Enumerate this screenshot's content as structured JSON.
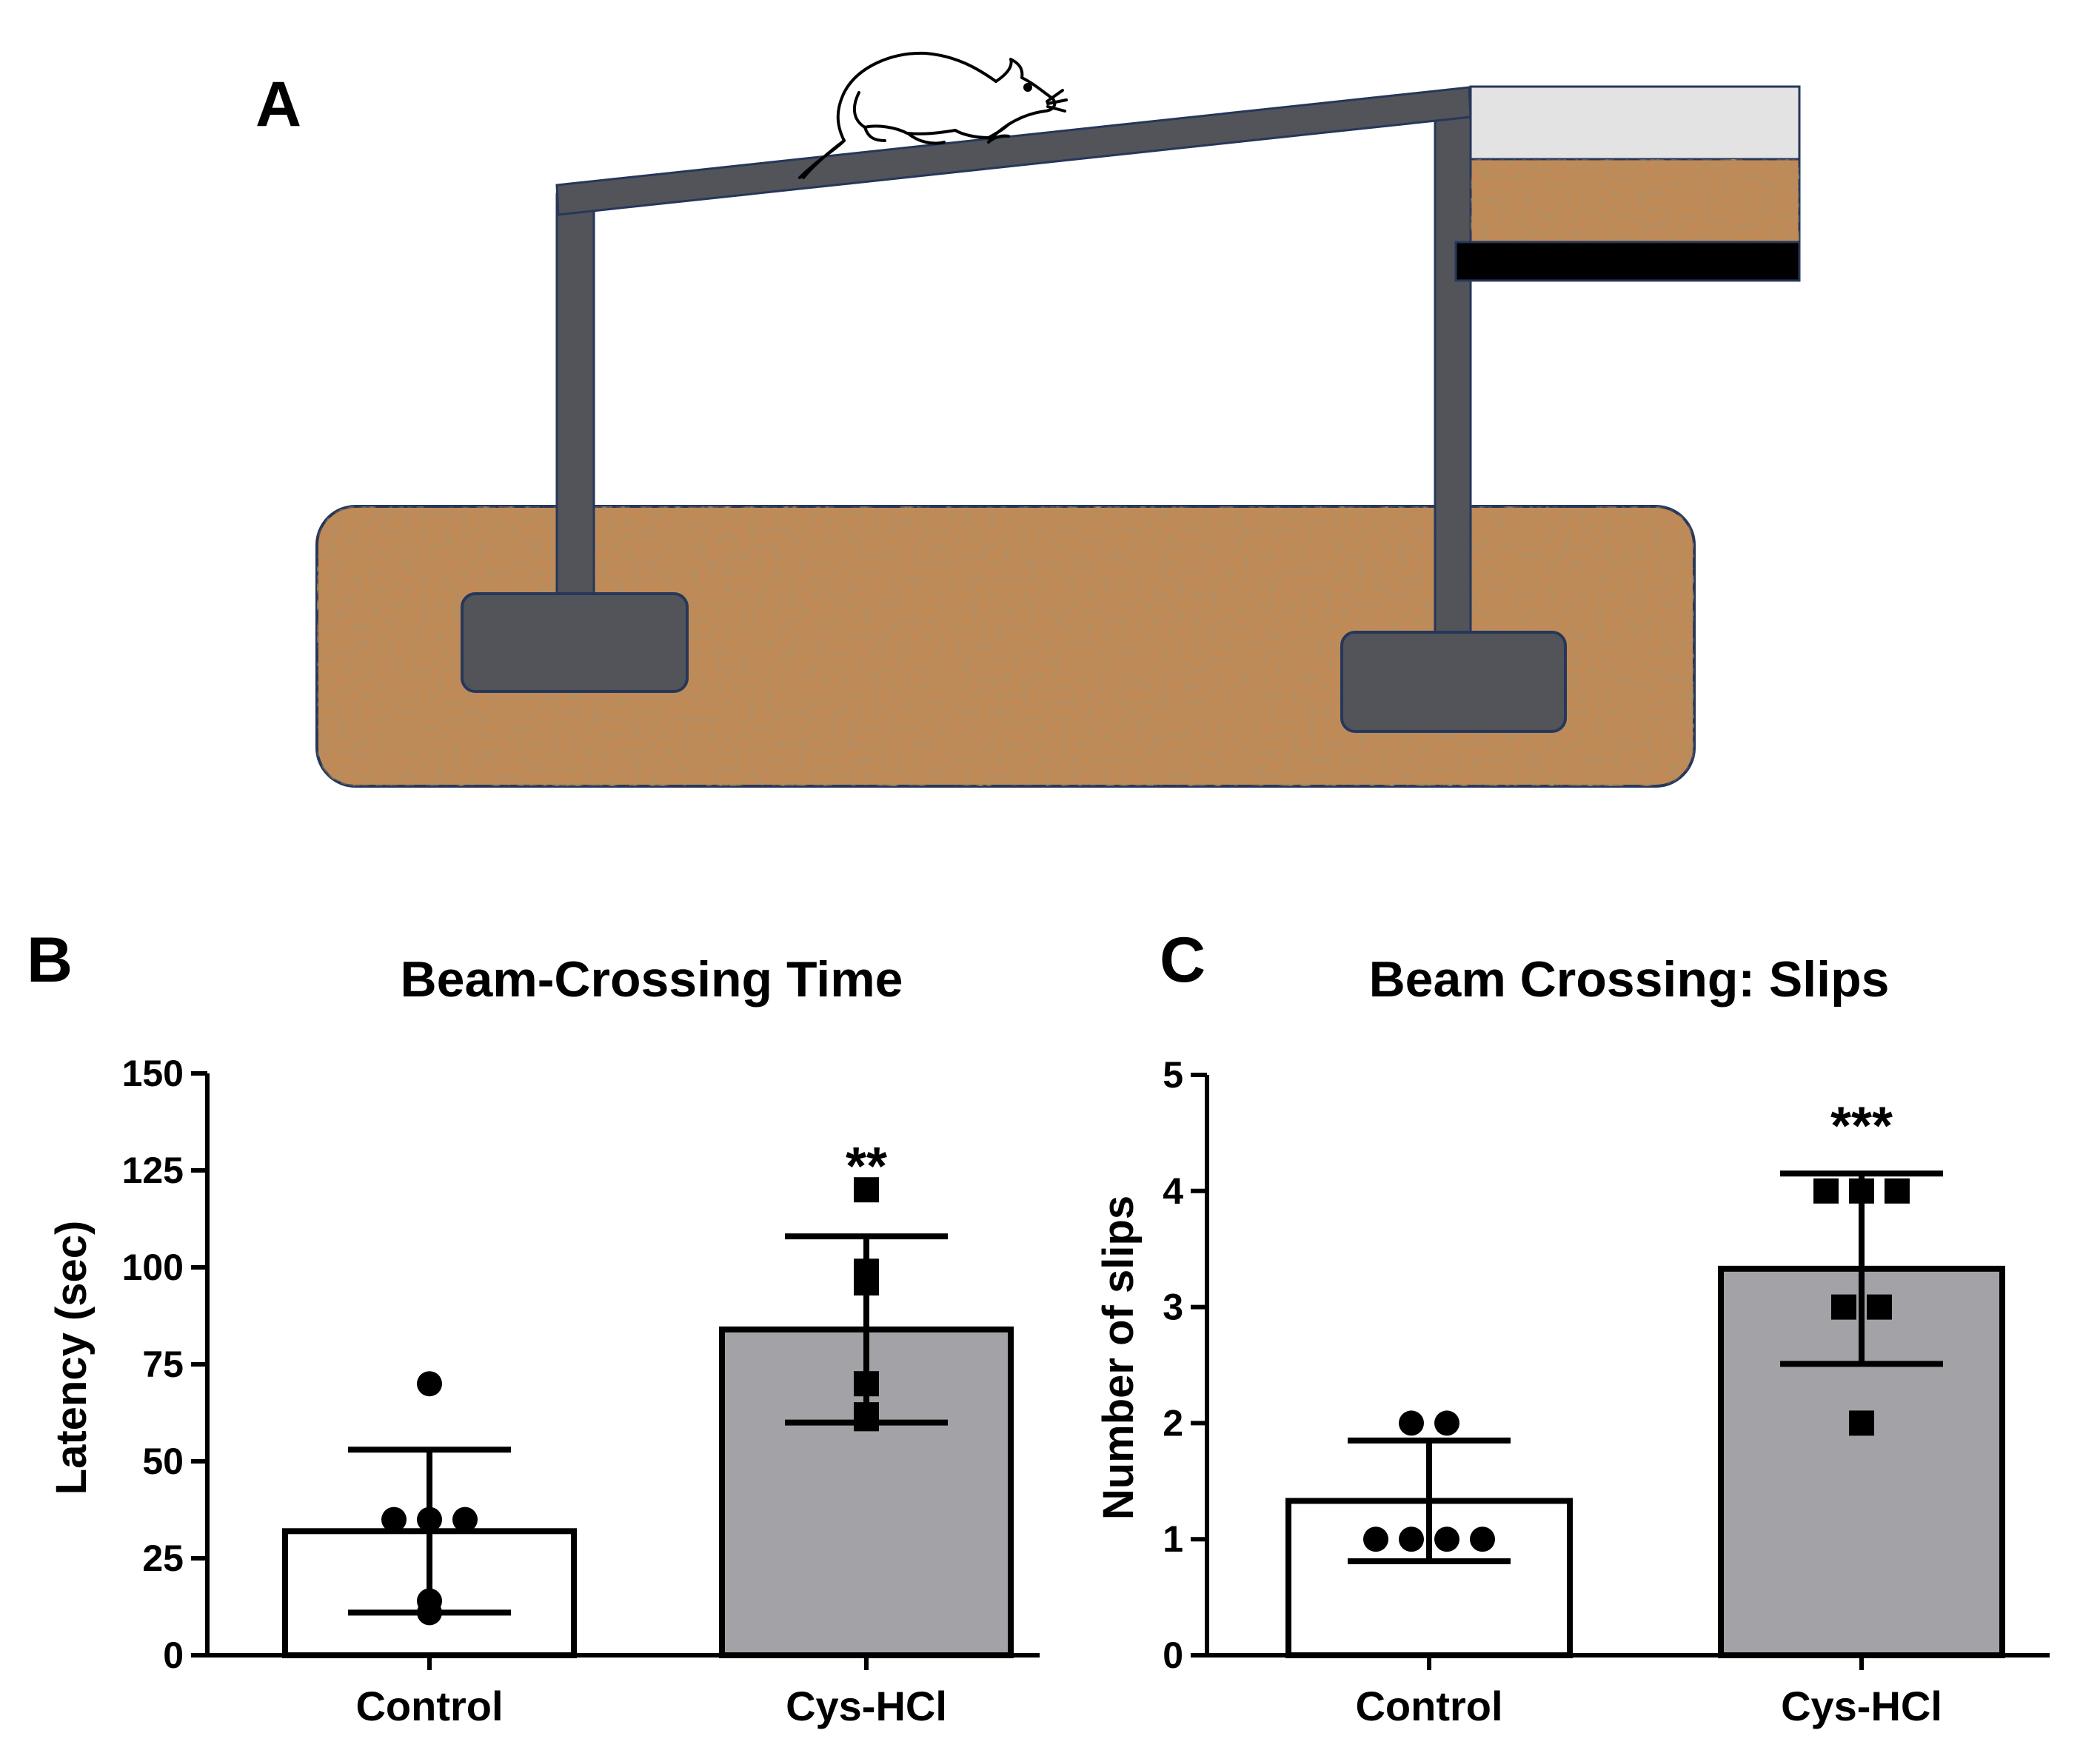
{
  "panels": {
    "a": "A",
    "b": "B",
    "c": "C"
  },
  "colors": {
    "frame": "#525459",
    "frame_outline": "#26375a",
    "cork": "#c08a57",
    "cork_dark": "#8e5a2f",
    "box_top": "#e3e3e3",
    "box_base": "#000000",
    "bar_control": "#ffffff",
    "bar_treated": "#a3a3a7",
    "ink": "#000000"
  },
  "chart_data": [
    {
      "type": "bar",
      "title": "Beam-Crossing Time",
      "xlabel": "",
      "ylabel": "Latency (sec)",
      "categories": [
        "Control",
        "Cys-HCl"
      ],
      "values": [
        32,
        84
      ],
      "error_sd": [
        21,
        24
      ],
      "ylim": [
        0,
        150
      ],
      "yticks": [
        "0",
        "25",
        "50",
        "75",
        "100",
        "125",
        "150"
      ],
      "points": [
        {
          "category": "Control",
          "marker": "circle",
          "y": [
            70,
            35,
            35,
            35,
            14,
            11
          ]
        },
        {
          "category": "Cys-HCl",
          "marker": "square",
          "y": [
            120,
            99,
            96,
            70,
            62,
            61
          ]
        }
      ],
      "significance": [
        "",
        "**"
      ],
      "grid": false,
      "legend": "none"
    },
    {
      "type": "bar",
      "title": "Beam Crossing: Slips",
      "xlabel": "",
      "ylabel": "Number of slips",
      "categories": [
        "Control",
        "Cys-HCl"
      ],
      "values": [
        1.33,
        3.33
      ],
      "error_sd": [
        0.52,
        0.82
      ],
      "ylim": [
        0,
        5
      ],
      "yticks": [
        "0",
        "1",
        "2",
        "3",
        "4",
        "5"
      ],
      "points": [
        {
          "category": "Control",
          "marker": "circle",
          "y": [
            2,
            2,
            1,
            1,
            1,
            1
          ]
        },
        {
          "category": "Cys-HCl",
          "marker": "square",
          "y": [
            4,
            4,
            4,
            3,
            3,
            2
          ]
        }
      ],
      "significance": [
        "",
        "***"
      ],
      "grid": false,
      "legend": "none"
    }
  ]
}
